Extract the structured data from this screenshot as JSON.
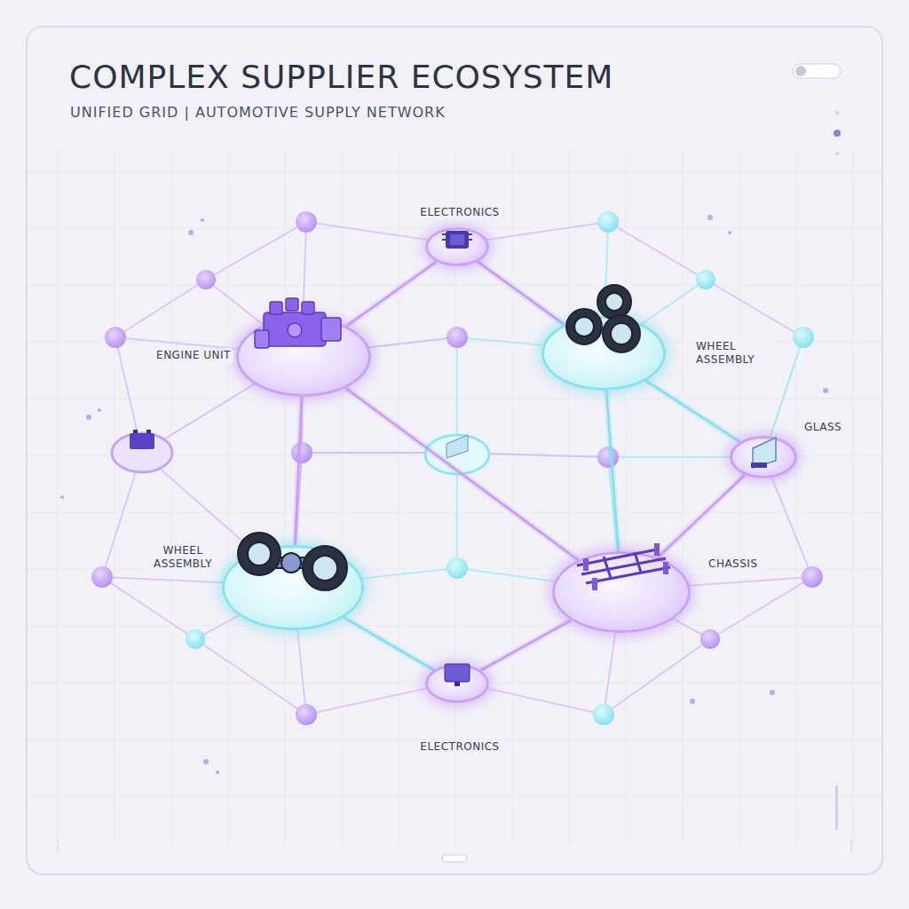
{
  "diagram": {
    "title": "COMPLEX SUPPLIER ECOSYSTEM",
    "nodes": [
      {
        "text": [
          "ELECTRONICS"
        ]
      },
      {
        "text": [
          "ENGINE UNIT"
        ]
      },
      {
        "text": [
          "WHEEL ASSEMBLY"
        ]
      },
      {
        "text": [
          "GLASS"
        ]
      },
      {
        "text": [
          "WHEEL ASSEMBLY"
        ]
      },
      {
        "text": [
          "CHASSIS"
        ]
      },
      {
        "text": [
          "ELECTRONICS"
        ]
      }
    ],
    "edges": [
      {
        "from": 1,
        "to": 0,
        "arrow": "none"
      },
      {
        "from": 0,
        "to": 2,
        "arrow": "none"
      },
      {
        "from": 1,
        "to": 4,
        "arrow": "none"
      },
      {
        "from": 2,
        "to": 3,
        "arrow": "none"
      },
      {
        "from": 2,
        "to": 5,
        "arrow": "none"
      },
      {
        "from": 3,
        "to": 5,
        "arrow": "none"
      },
      {
        "from": 4,
        "to": 6,
        "arrow": "none"
      },
      {
        "from": 6,
        "to": 5,
        "arrow": "none"
      },
      {
        "from": 1,
        "to": 5,
        "arrow": "none"
      }
    ],
    "labels": [
      "UNIFIED GRID | AUTOMOTIVE SUPPLY NETWORK"
    ]
  }
}
